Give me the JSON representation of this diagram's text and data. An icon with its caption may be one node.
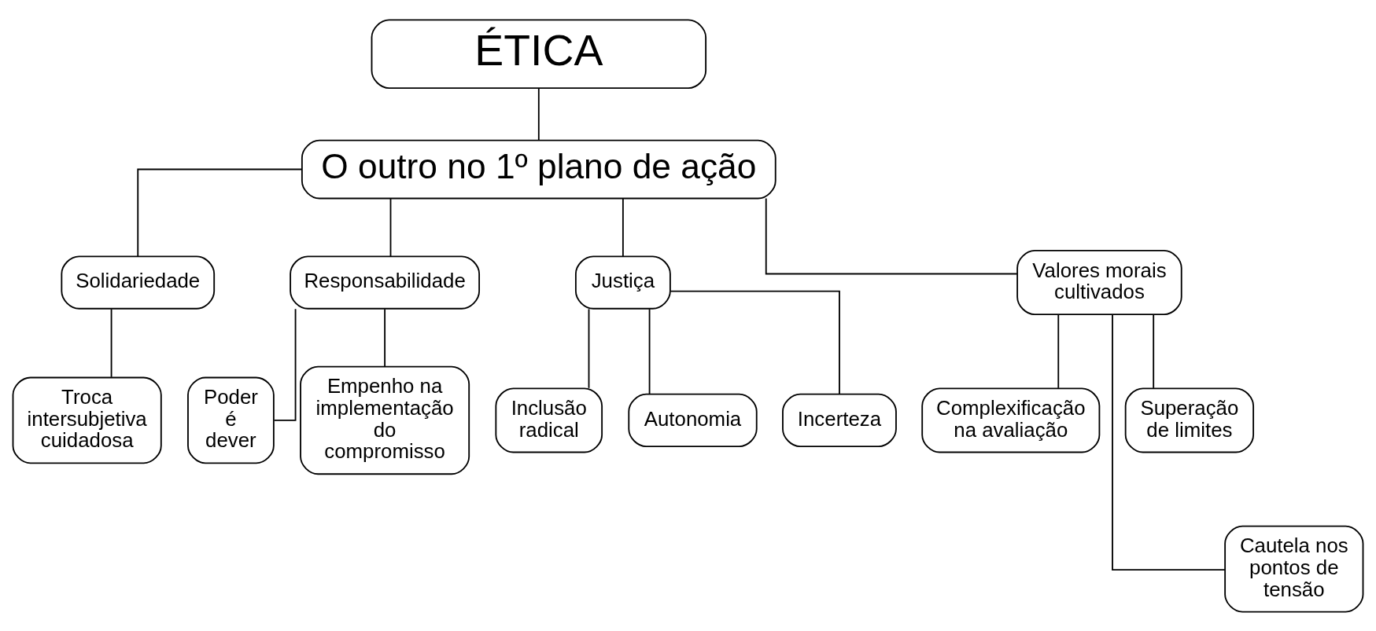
{
  "diagram": {
    "nodes": [
      {
        "text": [
          "ÉTICA"
        ]
      },
      {
        "text": [
          "O outro no 1º plano de ação"
        ]
      },
      {
        "text": [
          "Solidariedade"
        ]
      },
      {
        "text": [
          "Responsabilidade"
        ]
      },
      {
        "text": [
          "Justiça"
        ]
      },
      {
        "text": [
          "Valores morais cultivados"
        ]
      },
      {
        "text": [
          "Troca intersubjetiva cuidadosa"
        ]
      },
      {
        "text": [
          "Poder é dever"
        ]
      },
      {
        "text": [
          "Empenho na implementação do compromisso"
        ]
      },
      {
        "text": [
          "Inclusão radical"
        ]
      },
      {
        "text": [
          "Autonomia"
        ]
      },
      {
        "text": [
          "Incerteza"
        ]
      },
      {
        "text": [
          "Complexificação na avaliação"
        ]
      },
      {
        "text": [
          "Superação de limites"
        ]
      },
      {
        "text": [
          "Cautela nos pontos de tensão"
        ]
      }
    ],
    "edges": [
      {
        "from": 0,
        "to": 1,
        "arrow": "none"
      },
      {
        "from": 1,
        "to": 2,
        "arrow": "none"
      },
      {
        "from": 1,
        "to": 3,
        "arrow": "none"
      },
      {
        "from": 1,
        "to": 4,
        "arrow": "none"
      },
      {
        "from": 1,
        "to": 5,
        "arrow": "none"
      },
      {
        "from": 2,
        "to": 6,
        "arrow": "none"
      },
      {
        "from": 3,
        "to": 7,
        "arrow": "none"
      },
      {
        "from": 3,
        "to": 8,
        "arrow": "none"
      },
      {
        "from": 4,
        "to": 9,
        "arrow": "none"
      },
      {
        "from": 4,
        "to": 10,
        "arrow": "none"
      },
      {
        "from": 4,
        "to": 11,
        "arrow": "none"
      },
      {
        "from": 5,
        "to": 12,
        "arrow": "none"
      },
      {
        "from": 5,
        "to": 14,
        "arrow": "none"
      },
      {
        "from": 5,
        "to": 13,
        "arrow": "none"
      }
    ]
  }
}
